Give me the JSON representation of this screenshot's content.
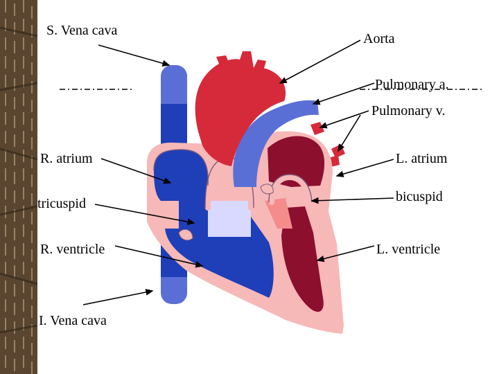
{
  "labels": {
    "superior_vena_cava": "S. Vena cava",
    "aorta": "Aorta",
    "pulmonary_artery": "Pulmonary a.",
    "pulmonary_vein": "Pulmonary v.",
    "right_atrium": "R. atrium",
    "left_atrium": "L. atrium",
    "tricuspid": "tricuspid",
    "bicuspid": "bicuspid",
    "right_ventricle": "R. ventricle",
    "left_ventricle": "L. ventricle",
    "inferior_vena_cava": "I. Vena cava"
  },
  "colors": {
    "deoxygenated": "#1f3fb8",
    "deoxygenated_light": "#5a6fd6",
    "oxygenated": "#d62a3a",
    "oxygenated_dark": "#8c0f2e",
    "muscle": "#f7b8b8",
    "valve_fill": "#d9d9ff",
    "strip_base": "#5a4630"
  },
  "strip_pattern": "dashed-vertical-texture"
}
